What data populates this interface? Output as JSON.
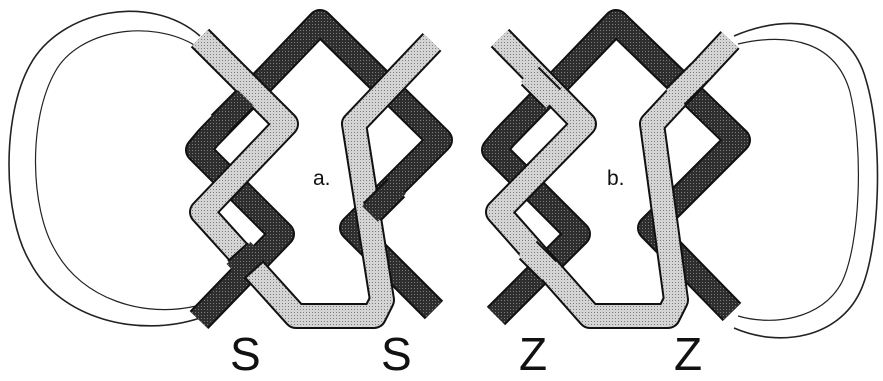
{
  "labels": {
    "panel_a": "a.",
    "panel_b": "b.",
    "a_left_twist": "S",
    "a_right_twist": "S",
    "b_left_twist": "Z",
    "b_right_twist": "Z"
  },
  "colors": {
    "dark_strand": "#3c3c3c",
    "light_strand": "#c8c8c8",
    "outline": "#111111",
    "loop_line": "#222222"
  }
}
